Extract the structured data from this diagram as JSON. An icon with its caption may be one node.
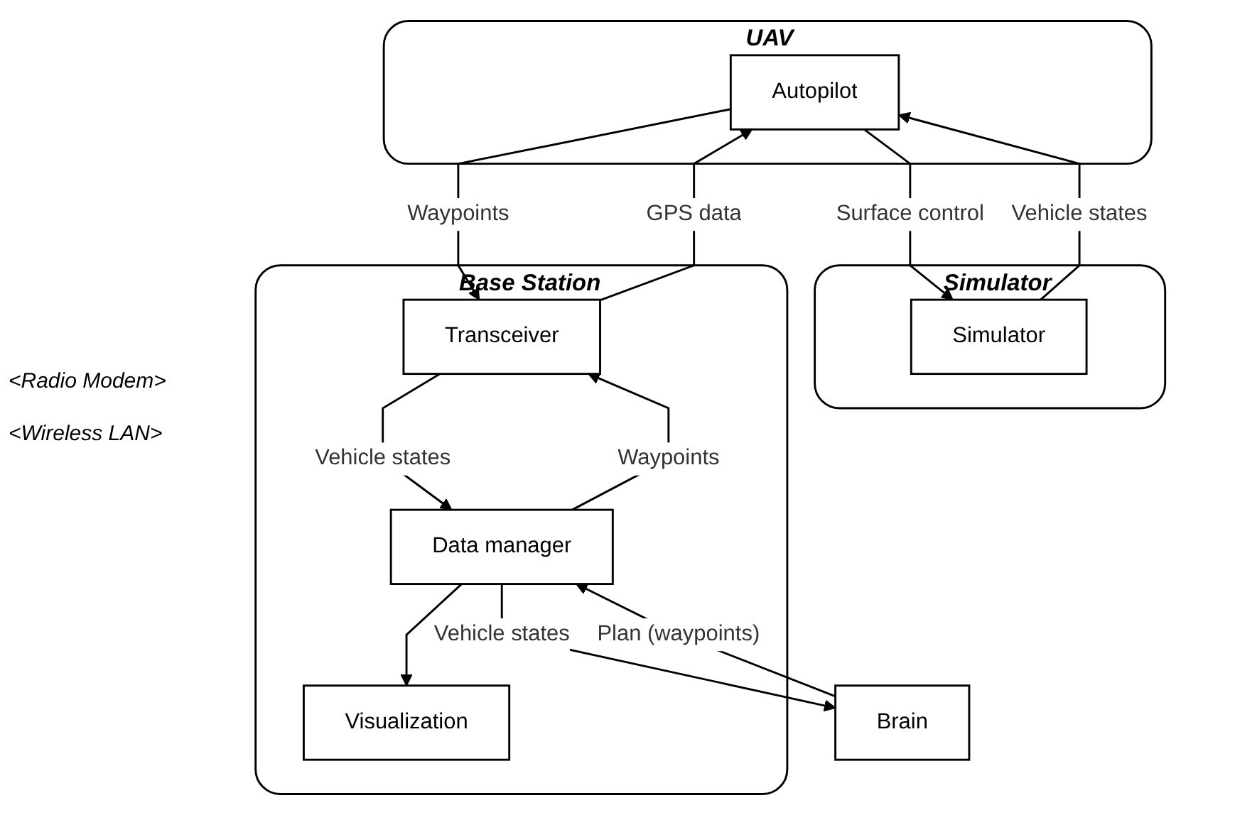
{
  "diagram": {
    "nodes": [
      {
        "text": [
          "UAV"
        ]
      },
      {
        "text": [
          "Autopilot"
        ],
        "in": 0
      },
      {
        "text": [
          "Simulator"
        ]
      },
      {
        "text": [
          "Simulator"
        ],
        "in": 2
      },
      {
        "text": [
          "Base Station"
        ]
      },
      {
        "text": [
          "Transceiver"
        ],
        "in": 4
      },
      {
        "text": [
          "Data manager"
        ],
        "in": 4
      },
      {
        "text": [
          "Visualization"
        ],
        "in": 4
      },
      {
        "text": [
          "Brain"
        ]
      }
    ],
    "edges": [
      {
        "from": 1,
        "to": 3,
        "arrow": "to",
        "label": "Surface control"
      },
      {
        "from": 3,
        "to": 1,
        "arrow": "to",
        "label": "Vehicle states"
      },
      {
        "from": 5,
        "to": 1,
        "arrow": "to",
        "label": "GPS data"
      },
      {
        "from": 1,
        "to": 5,
        "arrow": "to",
        "label": "Waypoints"
      },
      {
        "from": 5,
        "to": 6,
        "arrow": "to",
        "label": "Vehicle states"
      },
      {
        "from": 6,
        "to": 5,
        "arrow": "to",
        "label": "Waypoints"
      },
      {
        "from": 8,
        "to": 6,
        "arrow": "to",
        "label": "Plan (waypoints)"
      },
      {
        "from": 6,
        "to": 8,
        "arrow": "to",
        "label": "Vehicle states"
      },
      {
        "from": 6,
        "to": 7,
        "arrow": "to"
      }
    ],
    "labels": [
      "<Radio Modem>",
      "<Wireless LAN>"
    ]
  }
}
